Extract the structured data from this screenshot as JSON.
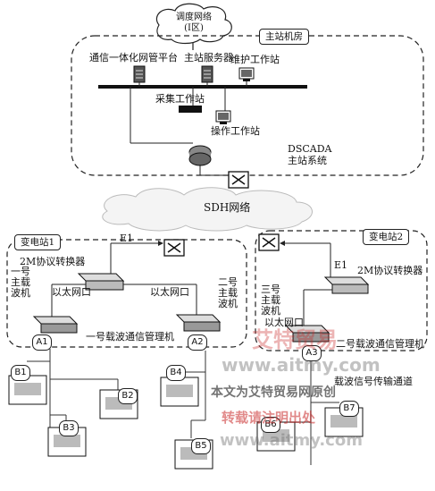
{
  "cloud_label": "调度网络\n(I区)",
  "main_room": {
    "title": "主站机房",
    "integrated_platform": "通信一体化网管平台",
    "server": "主站服务器",
    "maintenance_ws": "维护工作站",
    "collection_ws": "采集工作站",
    "operation_ws": "操作工作站",
    "system_name": "DSCADA\n主站系统"
  },
  "sdh_label": "SDH网络",
  "substation1": {
    "title": "变电站1",
    "e1": "E1",
    "converter": "2M协议转换器",
    "carrier1": "一号\n主载\n波机",
    "carrier2": "二号\n主载\n波机",
    "ethernet_left": "以太网口",
    "ethernet_right": "以太网口",
    "manager": "一号载波通信管理机",
    "node_a1": "A1",
    "node_a2": "A2"
  },
  "substation2": {
    "title": "变电站2",
    "e1": "E1",
    "converter": "2M协议转换器",
    "carrier3": "三号\n主载\n波机",
    "ethernet": "以太网口",
    "manager": "二号载波通信管理机",
    "node_a3": "A3"
  },
  "terminals": {
    "b1": "B1",
    "b2": "B2",
    "b3": "B3",
    "b4": "B4",
    "b5": "B5",
    "b6": "B6",
    "b7": "B7"
  },
  "channel_label": "载波信号传输通道",
  "watermark": {
    "brand": "艾特贸易",
    "url1": "www.aitmy.com",
    "original": "本文为艾特贸易网原创",
    "notice": "转载请注明出处",
    "url2": "www.aitmy.com"
  }
}
